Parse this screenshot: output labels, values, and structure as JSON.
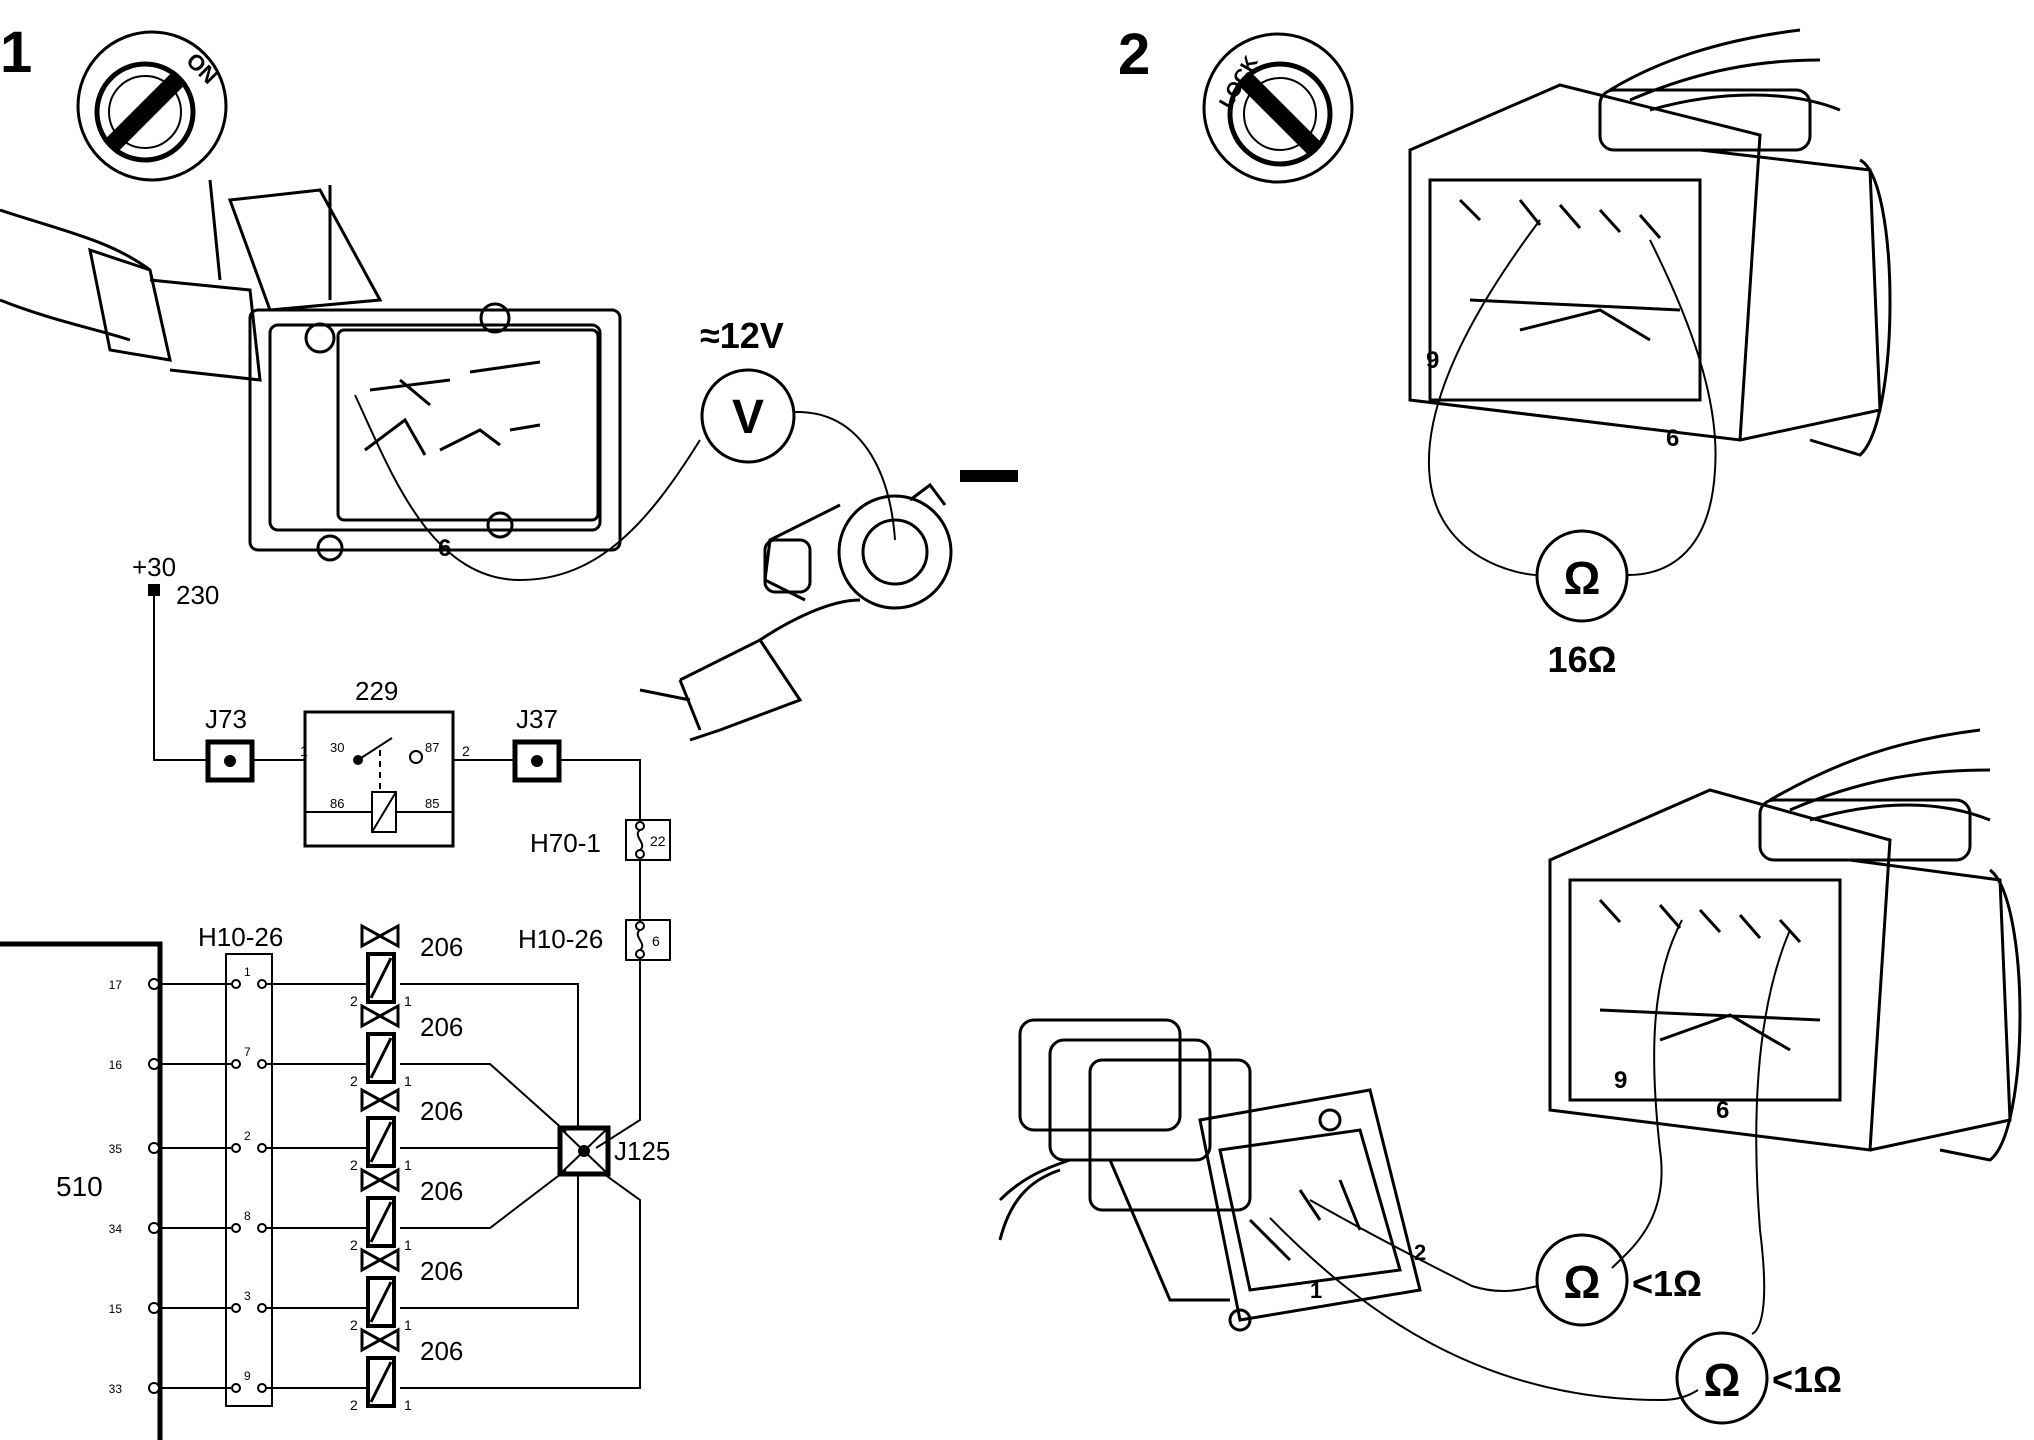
{
  "panel1": {
    "number": "1",
    "key_label": "ON",
    "voltage_label": "≈12V",
    "meter_symbol": "V",
    "ground_sign": "−",
    "pin_label": "6"
  },
  "schematic": {
    "supply_label": "+30",
    "supply_node": "230",
    "junction_left": "J73",
    "relay_label": "229",
    "relay_pin_30": "30",
    "relay_pin_87": "87",
    "relay_pin_86": "86",
    "relay_pin_85": "85",
    "wire_1": "1",
    "wire_2": "2",
    "junction_right": "J37",
    "fuse_label": "H70-1",
    "fuse_pin": "22",
    "conn_right_label": "H10-26",
    "conn_right_pin": "6",
    "conn_left_label": "H10-26",
    "junction_star": "J125",
    "ecu_label": "510",
    "ecu_pins": [
      "17",
      "16",
      "35",
      "34",
      "15",
      "33"
    ],
    "conn_pins": [
      "1",
      "7",
      "2",
      "8",
      "3",
      "9"
    ],
    "injector_label": "206",
    "inj_pin_a": "2",
    "inj_pin_b": "1"
  },
  "panel2": {
    "number": "2",
    "key_label": "LOCK",
    "pin_9": "9",
    "pin_6": "6",
    "ohm_symbol": "Ω",
    "resistance_top": "16Ω",
    "lower_pin_9": "9",
    "lower_pin_6": "6",
    "inj_pin_1": "1",
    "inj_pin_2": "2",
    "resistance_a": "<1Ω",
    "resistance_b": "<1Ω"
  }
}
